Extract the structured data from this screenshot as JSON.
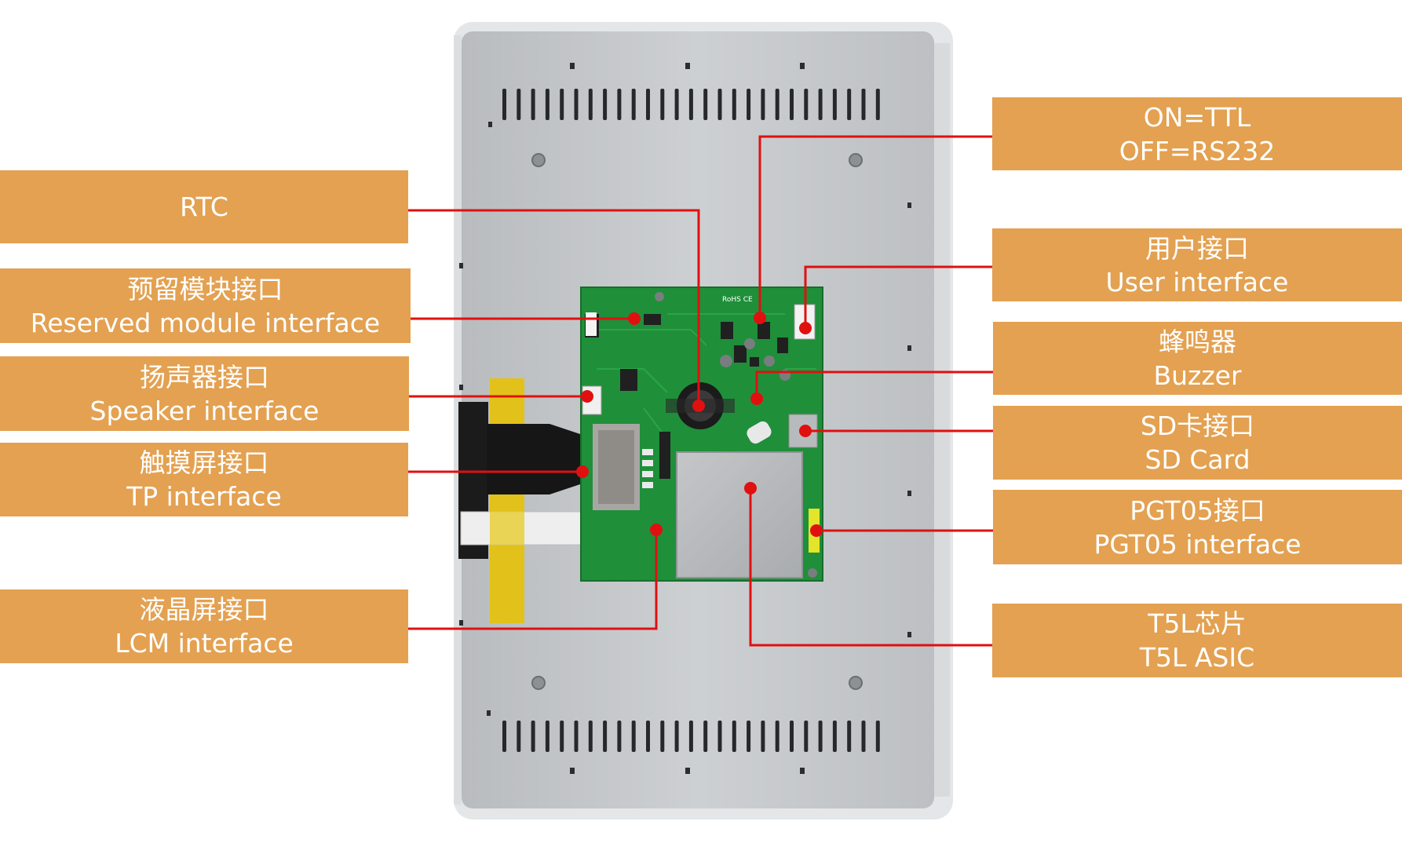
{
  "labels": {
    "rtc": {
      "line1": "RTC"
    },
    "reserved": {
      "line1": "预留模块接口",
      "line2": "Reserved module interface"
    },
    "speaker": {
      "line1": "扬声器接口",
      "line2": "Speaker interface"
    },
    "touch": {
      "line1": "触摸屏接口",
      "line2": "TP interface"
    },
    "lcm": {
      "line1": "液晶屏接口",
      "line2": "LCM interface"
    },
    "ttl": {
      "line1": "ON=TTL",
      "line2": "OFF=RS232"
    },
    "user": {
      "line1": "用户接口",
      "line2": "User interface"
    },
    "buzzer": {
      "line1": "蜂鸣器",
      "line2": "Buzzer"
    },
    "sd": {
      "line1": "SD卡接口",
      "line2": "SD Card"
    },
    "pgt05": {
      "line1": "PGT05接口",
      "line2": "PGT05 interface"
    },
    "asic": {
      "line1": "T5L芯片",
      "line2": "T5L ASIC"
    }
  },
  "colors": {
    "label_bg": "#e3a151",
    "label_text": "#ffffff",
    "leader": "#e01010",
    "pcb": "#1f8f3a",
    "case": "#c9ccce"
  }
}
